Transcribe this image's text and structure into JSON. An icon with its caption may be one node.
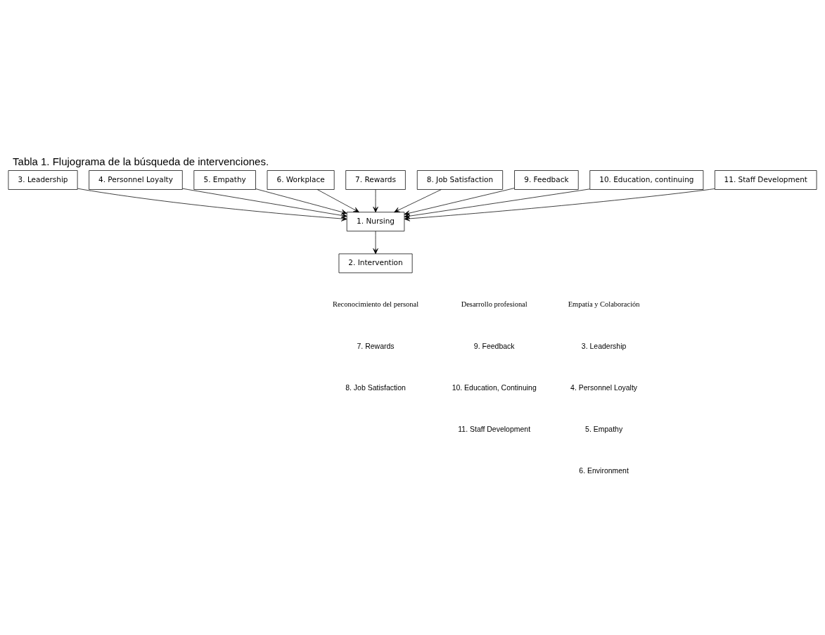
{
  "diagram": {
    "title": "Tabla 1. Flujograma de la búsqueda de intervenciones.",
    "nodes": [
      {
        "text": [
          "3. Leadership"
        ]
      },
      {
        "text": [
          "4. Personnel Loyalty"
        ]
      },
      {
        "text": [
          "5. Empathy"
        ]
      },
      {
        "text": [
          "6. Workplace"
        ]
      },
      {
        "text": [
          "7. Rewards"
        ]
      },
      {
        "text": [
          "8. Job Satisfaction"
        ]
      },
      {
        "text": [
          "9. Feedback"
        ]
      },
      {
        "text": [
          "10. Education, continuing"
        ]
      },
      {
        "text": [
          "11. Staff Development"
        ]
      },
      {
        "text": [
          "1. Nursing"
        ]
      },
      {
        "text": [
          "2. Intervention"
        ]
      }
    ],
    "edges": [
      {
        "from": 0,
        "to": 9,
        "arrow": "to"
      },
      {
        "from": 1,
        "to": 9,
        "arrow": "to"
      },
      {
        "from": 2,
        "to": 9,
        "arrow": "to"
      },
      {
        "from": 3,
        "to": 9,
        "arrow": "to"
      },
      {
        "from": 4,
        "to": 9,
        "arrow": "to"
      },
      {
        "from": 5,
        "to": 9,
        "arrow": "to"
      },
      {
        "from": 6,
        "to": 9,
        "arrow": "to"
      },
      {
        "from": 7,
        "to": 9,
        "arrow": "to"
      },
      {
        "from": 8,
        "to": 9,
        "arrow": "to"
      },
      {
        "from": 9,
        "to": 10,
        "arrow": "to"
      }
    ],
    "labels": [
      "Empatía y Colaboración",
      "Reconocimiento del personal",
      "Desarrollo profesional",
      "3. Leadership",
      "4. Personnel Loyalty",
      "5. Empathy",
      "6. Environment",
      "7. Rewards",
      "8. Job Satisfaction",
      "9. Feedback",
      "10. Education, Continuing",
      "11. Staff Development"
    ]
  }
}
